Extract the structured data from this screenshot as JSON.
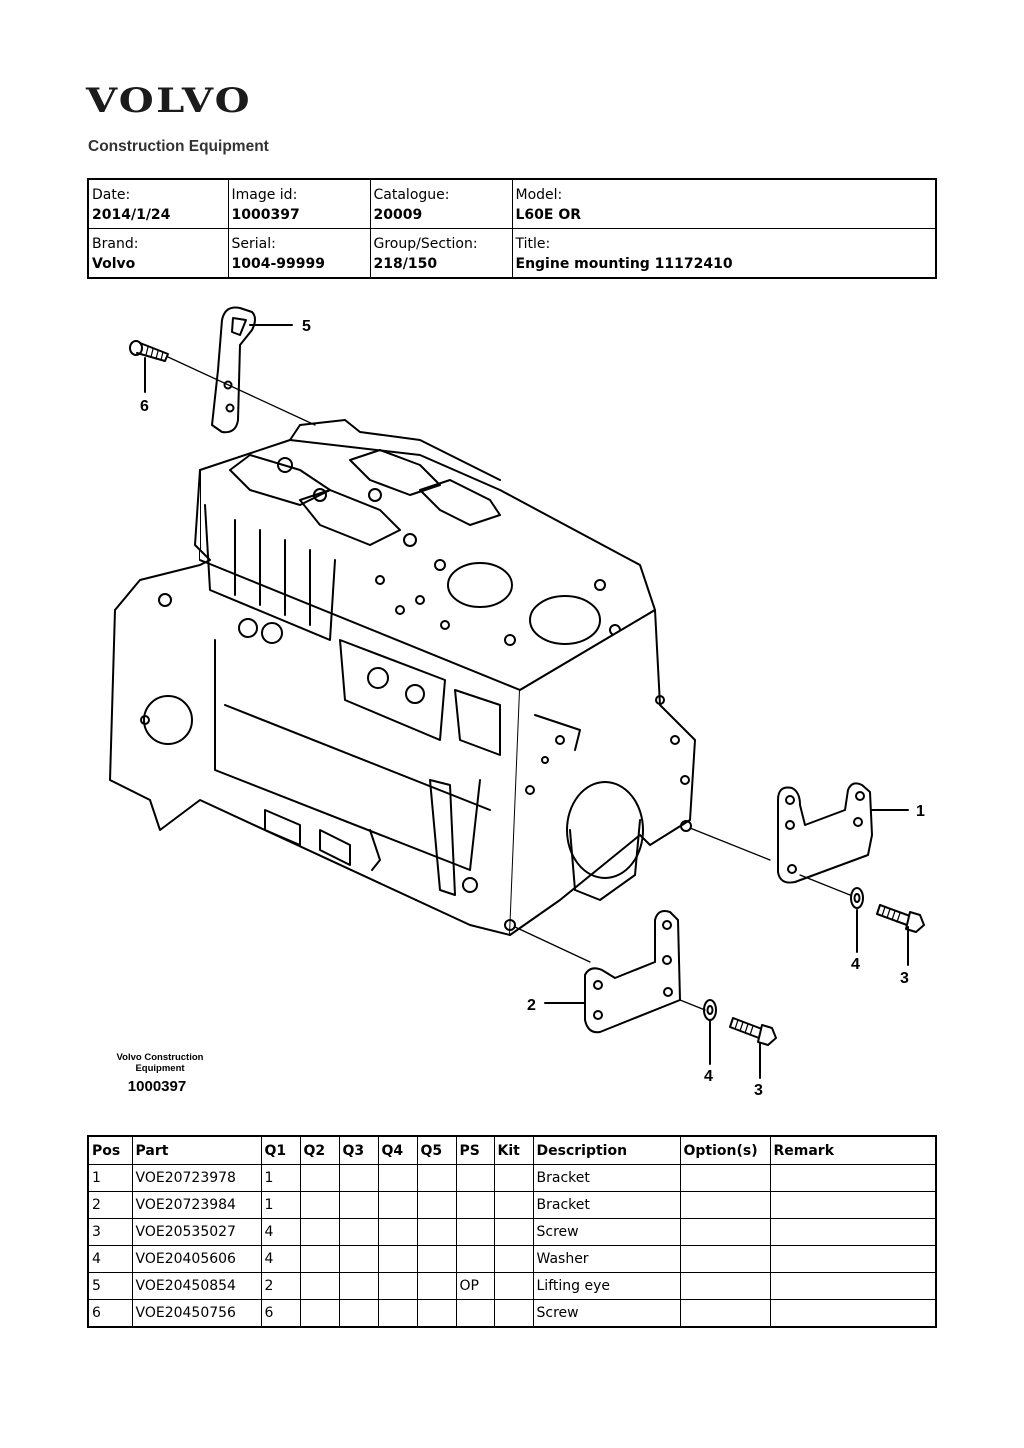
{
  "brand": {
    "logo_text": "VOLVO",
    "subtitle": "Construction Equipment"
  },
  "meta": {
    "date_label": "Date:",
    "date_value": "2014/1/24",
    "image_id_label": "Image id:",
    "image_id_value": "1000397",
    "catalogue_label": "Catalogue:",
    "catalogue_value": "20009",
    "model_label": "Model:",
    "model_value": "L60E OR",
    "brand_label": "Brand:",
    "brand_value": "Volvo",
    "serial_label": "Serial:",
    "serial_value": "1004-99999",
    "group_label": "Group/Section:",
    "group_value": "218/150",
    "title_label": "Title:",
    "title_value": "Engine mounting 11172410"
  },
  "figure": {
    "callouts": [
      "5",
      "6",
      "1",
      "4",
      "3",
      "2",
      "4",
      "3"
    ],
    "caption_line1": "Volvo Construction",
    "caption_line2": "Equipment",
    "caption_id": "1000397"
  },
  "parts_table": {
    "headers": [
      "Pos",
      "Part",
      "Q1",
      "Q2",
      "Q3",
      "Q4",
      "Q5",
      "PS",
      "Kit",
      "Description",
      "Option(s)",
      "Remark"
    ],
    "rows": [
      [
        "1",
        "VOE20723978",
        "1",
        "",
        "",
        "",
        "",
        "",
        "",
        "Bracket",
        "",
        ""
      ],
      [
        "2",
        "VOE20723984",
        "1",
        "",
        "",
        "",
        "",
        "",
        "",
        "Bracket",
        "",
        ""
      ],
      [
        "3",
        "VOE20535027",
        "4",
        "",
        "",
        "",
        "",
        "",
        "",
        "Screw",
        "",
        ""
      ],
      [
        "4",
        "VOE20405606",
        "4",
        "",
        "",
        "",
        "",
        "",
        "",
        "Washer",
        "",
        ""
      ],
      [
        "5",
        "VOE20450854",
        "2",
        "",
        "",
        "",
        "",
        "OP",
        "",
        "Lifting eye",
        "",
        ""
      ],
      [
        "6",
        "VOE20450756",
        "6",
        "",
        "",
        "",
        "",
        "",
        "",
        "Screw",
        "",
        ""
      ]
    ]
  }
}
